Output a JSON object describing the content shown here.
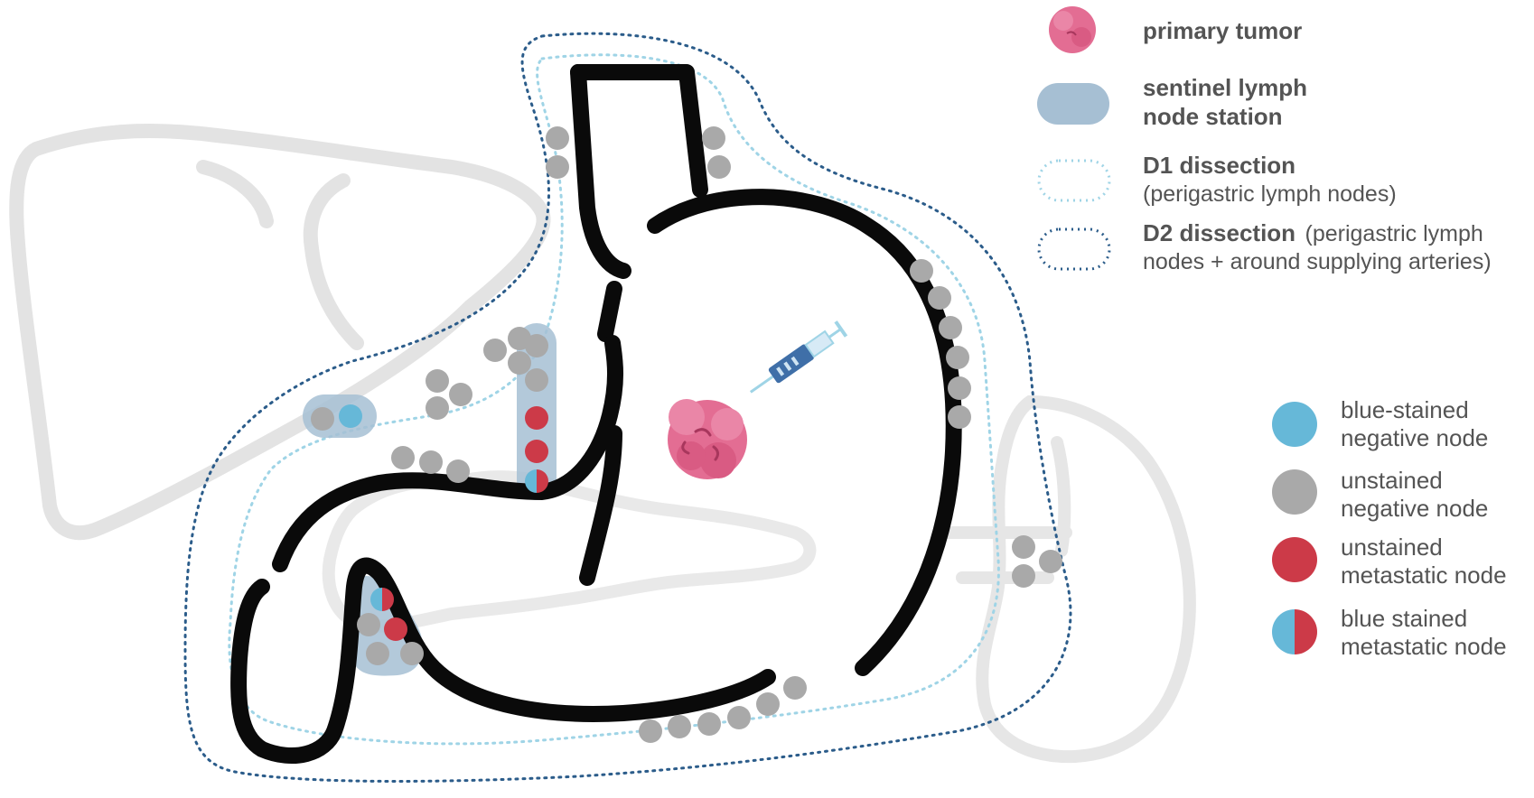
{
  "legend_top": {
    "primary_tumor": {
      "title": "primary tumor",
      "icon": "tumor-icon",
      "color": "#e36d93"
    },
    "sentinel_station": {
      "line1": "sentinel lymph",
      "line2": "node station",
      "color": "#a6bfd3"
    },
    "d1": {
      "title": "D1 dissection",
      "sub": "(perigastric lymph nodes)",
      "color": "#9fd4e6"
    },
    "d2": {
      "title": "D2 dissection",
      "sub_inline": "(perigastric lymph",
      "sub_line2": "nodes + around supplying arteries)",
      "color": "#2b5c8a"
    }
  },
  "legend_nodes": [
    {
      "line1": "blue-stained",
      "line2": "negative node",
      "type": "blue"
    },
    {
      "line1": "unstained",
      "line2": "negative node",
      "type": "gray"
    },
    {
      "line1": "unstained",
      "line2": "metastatic node",
      "type": "red"
    },
    {
      "line1": "blue stained",
      "line2": "metastatic node",
      "type": "half"
    }
  ],
  "colors": {
    "node_blue": "#66b8d8",
    "node_gray": "#a9a9a9",
    "node_red": "#cc3a48",
    "organ_outline": "#e3e3e3",
    "stomach": "#0a0a0a",
    "syringe": "#3f6fa8"
  }
}
